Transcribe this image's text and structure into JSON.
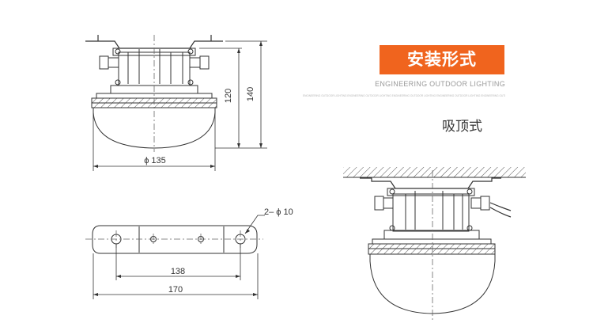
{
  "header": {
    "title": "安装形式",
    "subtitle": "ENGINEERING OUTDOOR LIGHTING",
    "subline": "ENGINEERING OUTDOOR LIGHTING ENGINEERING OUTDOOR LIGHTING ENGINEERING OUTDOOR LIGHTING ENGINEERING OUTDOOR LIGHTING ENGINEERING OUTDOOR LIGHTING ENGINEERING OUTDOOR LIGHTING ENGINEERING OUTDOOR LIGHTING",
    "mount_type": "吸顶式"
  },
  "dimensions": {
    "height_body": "120",
    "height_total": "140",
    "diameter": "ϕ 135",
    "hole_spec": "2– ϕ 10",
    "hole_spacing": "138",
    "bracket_length": "170"
  },
  "colors": {
    "accent": "#f0641e",
    "line": "#333333"
  }
}
